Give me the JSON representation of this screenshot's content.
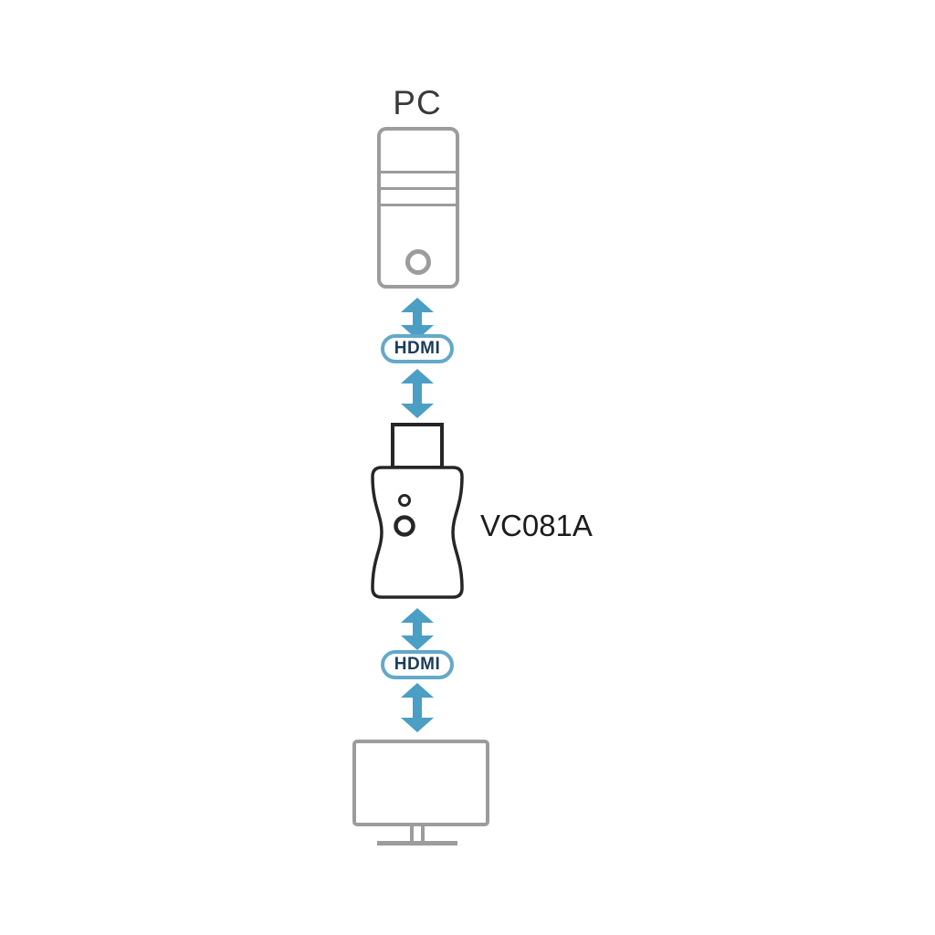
{
  "diagram": {
    "pc_label": "PC",
    "device_label": "VC081A",
    "hdmi_badges": {
      "top": "HDMI",
      "bottom": "HDMI"
    },
    "colors": {
      "arrow_blue": "#4b9ec4",
      "badge_border": "#63a9c9",
      "badge_text": "#1c3b5c",
      "outline_gray": "#9c9c9c",
      "device_outline": "#262626",
      "label_color": "#3a3a3a"
    }
  }
}
